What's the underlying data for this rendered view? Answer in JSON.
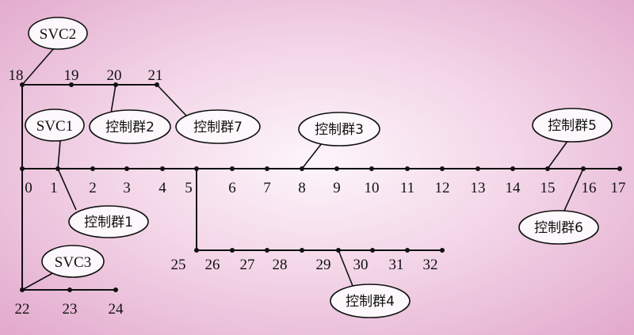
{
  "nodes": [
    "0",
    "1",
    "2",
    "3",
    "4",
    "5",
    "6",
    "7",
    "8",
    "9",
    "10",
    "11",
    "12",
    "13",
    "14",
    "15",
    "16",
    "17",
    "18",
    "19",
    "20",
    "21",
    "22",
    "23",
    "24",
    "25",
    "26",
    "27",
    "28",
    "29",
    "30",
    "31",
    "32"
  ],
  "svc": [
    "SVC1",
    "SVC2",
    "SVC3"
  ],
  "groups": [
    "控制群1",
    "控制群2",
    "控制群3",
    "控制群4",
    "控制群5",
    "控制群6",
    "控制群7"
  ]
}
